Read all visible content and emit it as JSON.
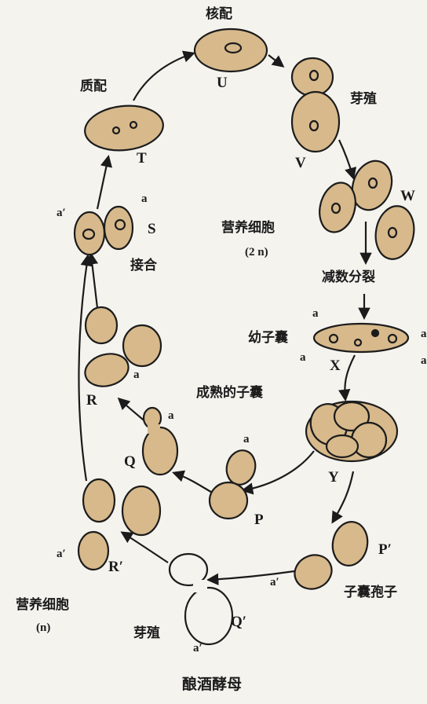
{
  "title": "酿酒酵母",
  "stages": {
    "karyogamy": "核配",
    "plasmogamy": "质配",
    "budding_top": "芽殖",
    "vegetative_2n": "营养细胞",
    "vegetative_2n_ploidy": "(2 n)",
    "meiosis": "减数分裂",
    "young_ascus": "幼子囊",
    "mature_ascus": "成熟的子囊",
    "conjugation": "接合",
    "ascospore": "子囊孢子",
    "vegetative_n": "营养细胞",
    "vegetative_n_ploidy": "(n)",
    "budding_bottom": "芽殖"
  },
  "letters": {
    "U": "U",
    "V": "V",
    "W": "W",
    "X": "X",
    "T": "T",
    "S": "S",
    "R": "R",
    "Q": "Q",
    "P": "P",
    "Y": "Y",
    "P_prime": "P′",
    "R_prime": "R′",
    "Q_prime": "Q′"
  },
  "mating_types": {
    "a": "a",
    "a_prime": "a′"
  },
  "colors": {
    "cell_fill": "#d7b98b",
    "cell_stroke": "#1c1c1c",
    "ink": "#1b1b1b",
    "background": "#f4f3ee"
  }
}
